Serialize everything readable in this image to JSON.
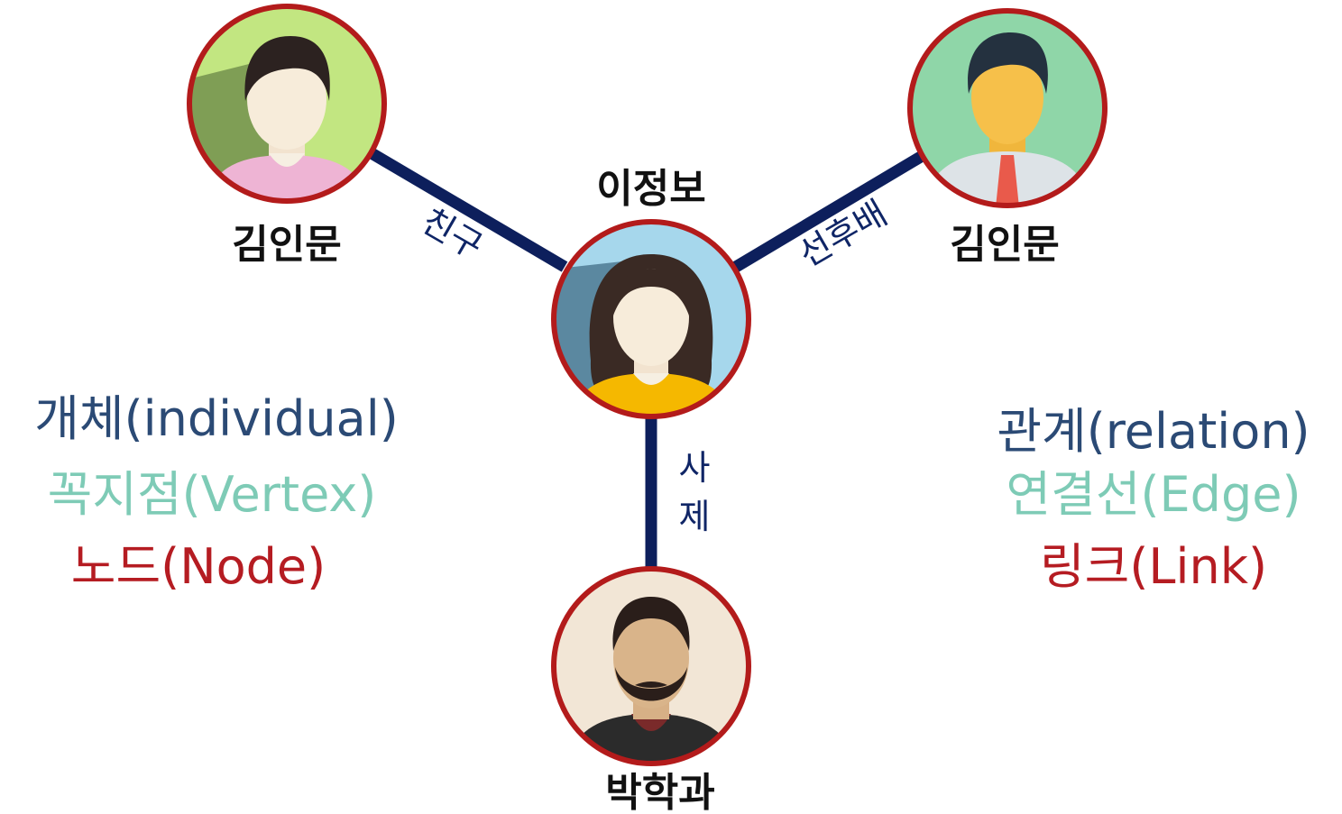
{
  "nodes": {
    "top_left": {
      "name": "김인문"
    },
    "center": {
      "name": "이정보"
    },
    "top_right": {
      "name": "김인문"
    },
    "bottom": {
      "name": "박학과"
    }
  },
  "edges": {
    "friend": {
      "label": "친구"
    },
    "senior_junior": {
      "label": "선후배"
    },
    "mentor": {
      "label_line1": "사",
      "label_line2": "제"
    }
  },
  "terms": {
    "node_terms": {
      "line1": "개체(individual)",
      "line2": "꼭지점(Vertex)",
      "line3": "노드(Node)"
    },
    "edge_terms": {
      "line1": "관계(relation)",
      "line2": "연결선(Edge)",
      "line3": "링크(Link)"
    }
  },
  "colors": {
    "term_line1": "#2b4a75",
    "term_line2": "#7ecbb6",
    "term_line3": "#b51c22",
    "node_border": "#b31b1b",
    "edge": "#0d1f5c"
  },
  "icons": {
    "top_left": "young-man-avatar-icon",
    "center": "woman-avatar-icon",
    "top_right": "businessman-avatar-icon",
    "bottom": "bearded-man-avatar-icon"
  }
}
